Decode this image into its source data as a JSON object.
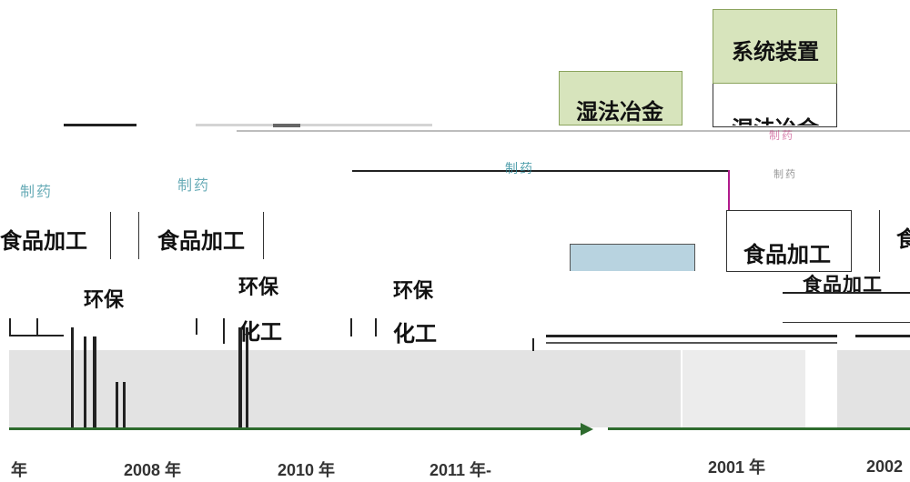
{
  "top_boxes": {
    "system_device": "系统装置",
    "hydrometallurgy": "湿法冶金",
    "hydrometallurgy_partial": "湿法冶金"
  },
  "labels": {
    "zhiyao": "制药",
    "food_processing": "食品加工",
    "env_protection": "环保",
    "chemical": "化工",
    "chemical_partial": "化"
  },
  "years": [
    "年",
    "2008 年",
    "2010 年",
    "2011 年-",
    "2001 年",
    "2002"
  ],
  "colors": {
    "timeline": "#2e6b2e",
    "green_box": "#d7e4bc",
    "blue_box": "#b8d3e0",
    "pink_text": "#c0307a"
  }
}
